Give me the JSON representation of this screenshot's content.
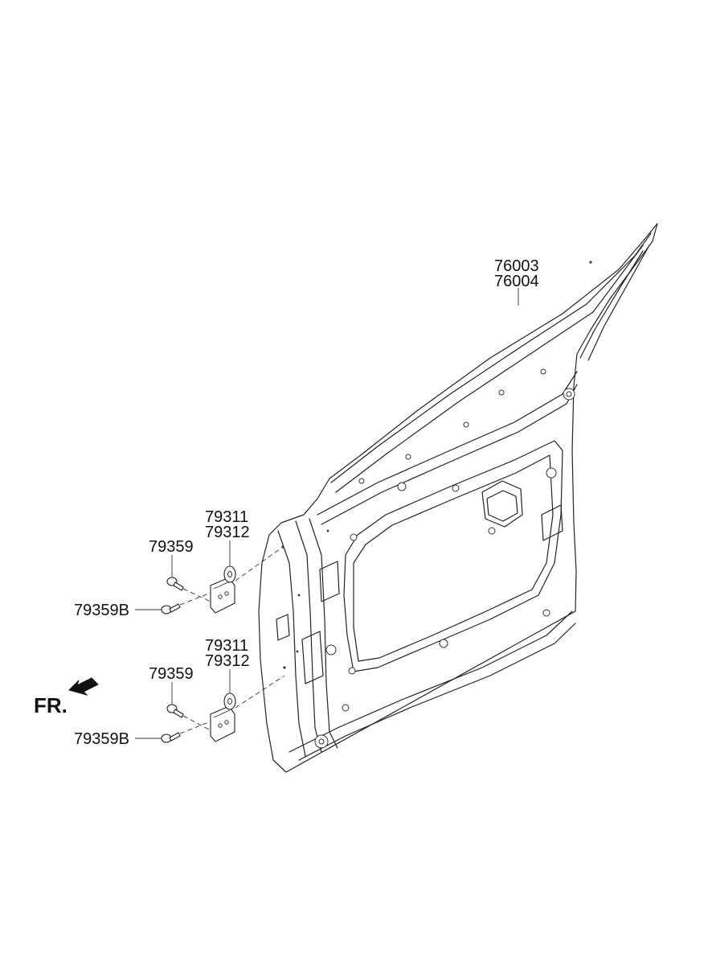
{
  "labels": {
    "door_panel_1": "76003",
    "door_panel_2": "76004",
    "upper_hinge_1": "79311",
    "upper_hinge_2": "79312",
    "upper_bolt": "79359",
    "upper_bolt_b": "79359B",
    "lower_hinge_1": "79311",
    "lower_hinge_2": "79312",
    "lower_bolt": "79359",
    "lower_bolt_b": "79359B"
  },
  "direction": {
    "label": "FR."
  }
}
